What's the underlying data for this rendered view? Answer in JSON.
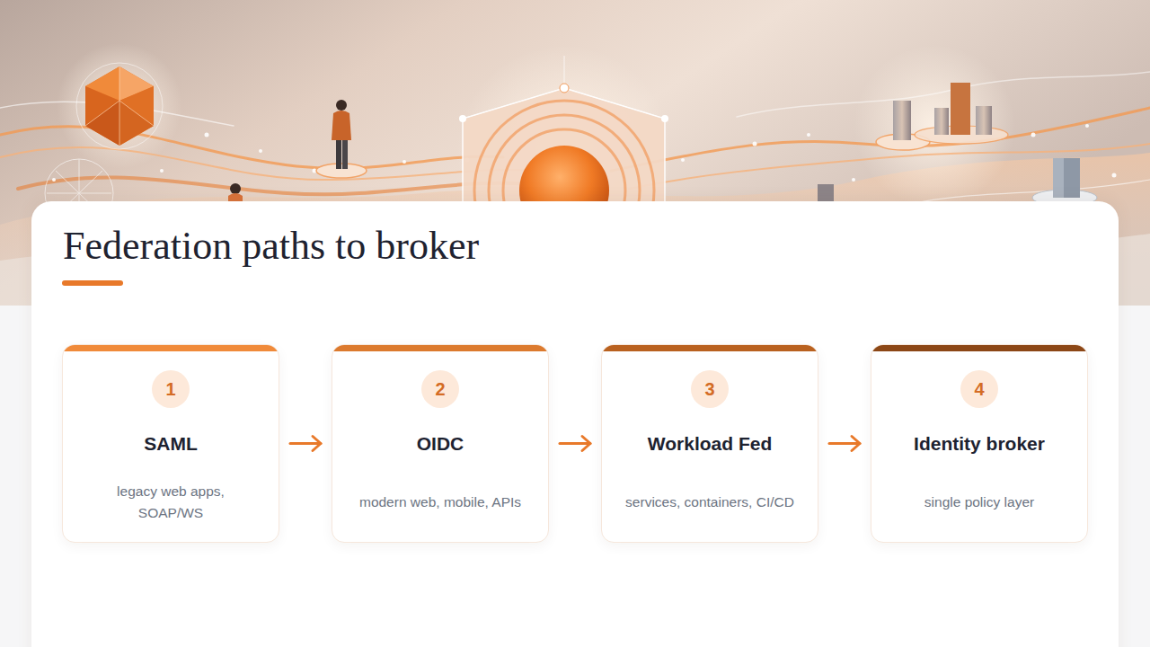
{
  "diagram": {
    "title": "Federation paths to broker",
    "nodes": [
      {
        "text": [
          "1",
          "SAML",
          "legacy web apps, SOAP/WS"
        ]
      },
      {
        "text": [
          "2",
          "OIDC",
          "modern web, mobile, APIs"
        ]
      },
      {
        "text": [
          "3",
          "Workload Fed",
          "services, containers, CI/CD"
        ]
      },
      {
        "text": [
          "4",
          "Identity broker",
          "single policy layer"
        ]
      }
    ],
    "edges": [
      {
        "from": 0,
        "to": 1,
        "arrow": "to"
      },
      {
        "from": 1,
        "to": 2,
        "arrow": "to"
      },
      {
        "from": 2,
        "to": 3,
        "arrow": "to"
      }
    ]
  }
}
